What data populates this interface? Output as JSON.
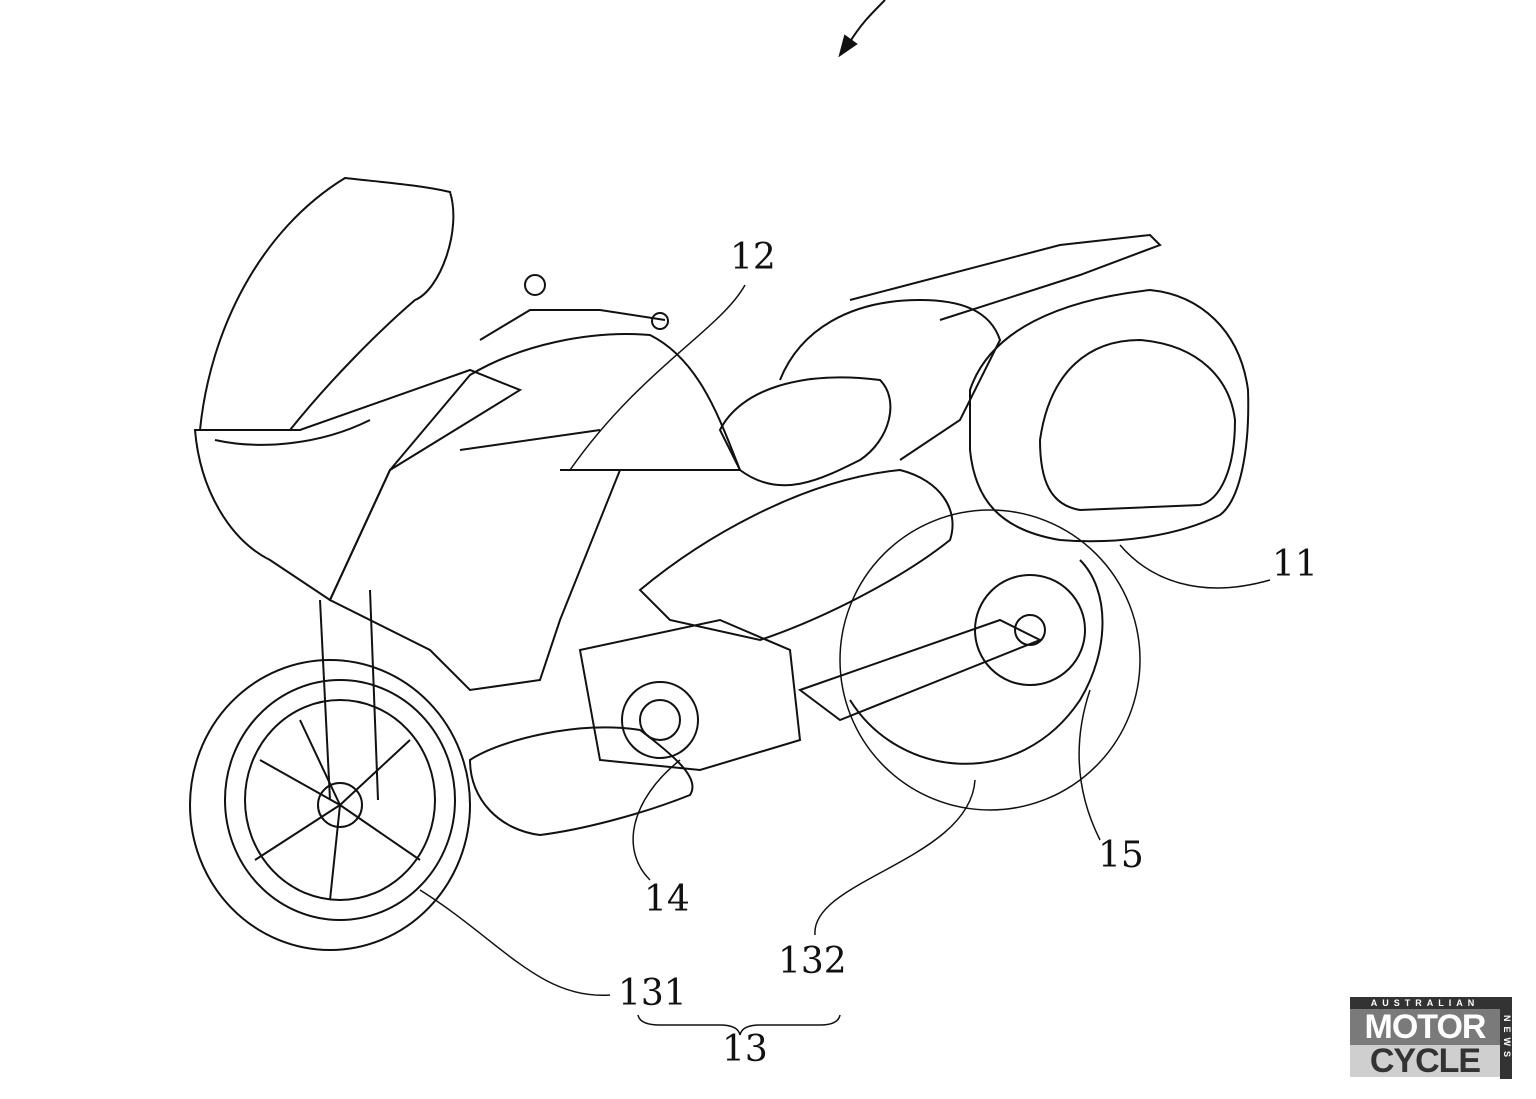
{
  "reference_numerals": {
    "body_cover": "12",
    "luggage": "11",
    "rear_assembly": "15",
    "engine_guard": "14",
    "rear_wheel": "132",
    "front_wheel": "131",
    "wheels_group": "13"
  },
  "logo": {
    "line1": "AUSTRALIAN",
    "line2": "MOTOR",
    "line3": "CYCLE",
    "side": "NEWS"
  }
}
